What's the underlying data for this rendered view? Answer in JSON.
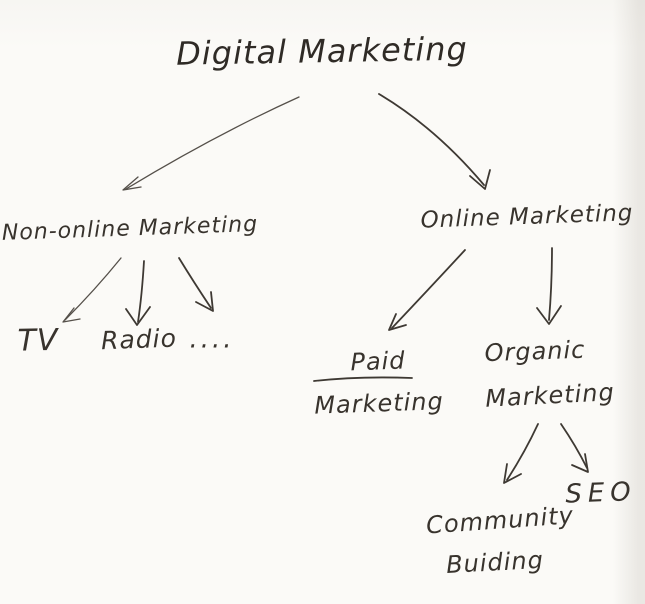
{
  "meta": {
    "medium": "hand-drawn sketch on paper",
    "background_color": "#fbfaf7",
    "ink_color": "#38332d"
  },
  "diagram": {
    "type": "tree",
    "title": "Digital Marketing",
    "nodes": {
      "root": {
        "label": "Digital Marketing"
      },
      "non_online": {
        "label": "Non-online Marketing"
      },
      "online": {
        "label": "Online Marketing"
      },
      "tv": {
        "label": "TV"
      },
      "radio": {
        "label": "Radio"
      },
      "others": {
        "label": "...."
      },
      "paid": {
        "line1": "Paid",
        "line2": "Marketing",
        "underlined": "Paid"
      },
      "organic": {
        "line1": "Organic",
        "line2": "Marketing"
      },
      "seo": {
        "label": "SEO"
      },
      "community": {
        "line1": "Community",
        "line2": "Buiding"
      }
    },
    "edges": [
      {
        "from": "Digital Marketing",
        "to": "Non-online Marketing"
      },
      {
        "from": "Digital Marketing",
        "to": "Online Marketing"
      },
      {
        "from": "Non-online Marketing",
        "to": "TV"
      },
      {
        "from": "Non-online Marketing",
        "to": "Radio"
      },
      {
        "from": "Non-online Marketing",
        "to": "...."
      },
      {
        "from": "Online Marketing",
        "to": "Paid Marketing"
      },
      {
        "from": "Online Marketing",
        "to": "Organic Marketing"
      },
      {
        "from": "Organic Marketing",
        "to": "Community Buiding"
      },
      {
        "from": "Organic Marketing",
        "to": "SEO"
      }
    ]
  }
}
